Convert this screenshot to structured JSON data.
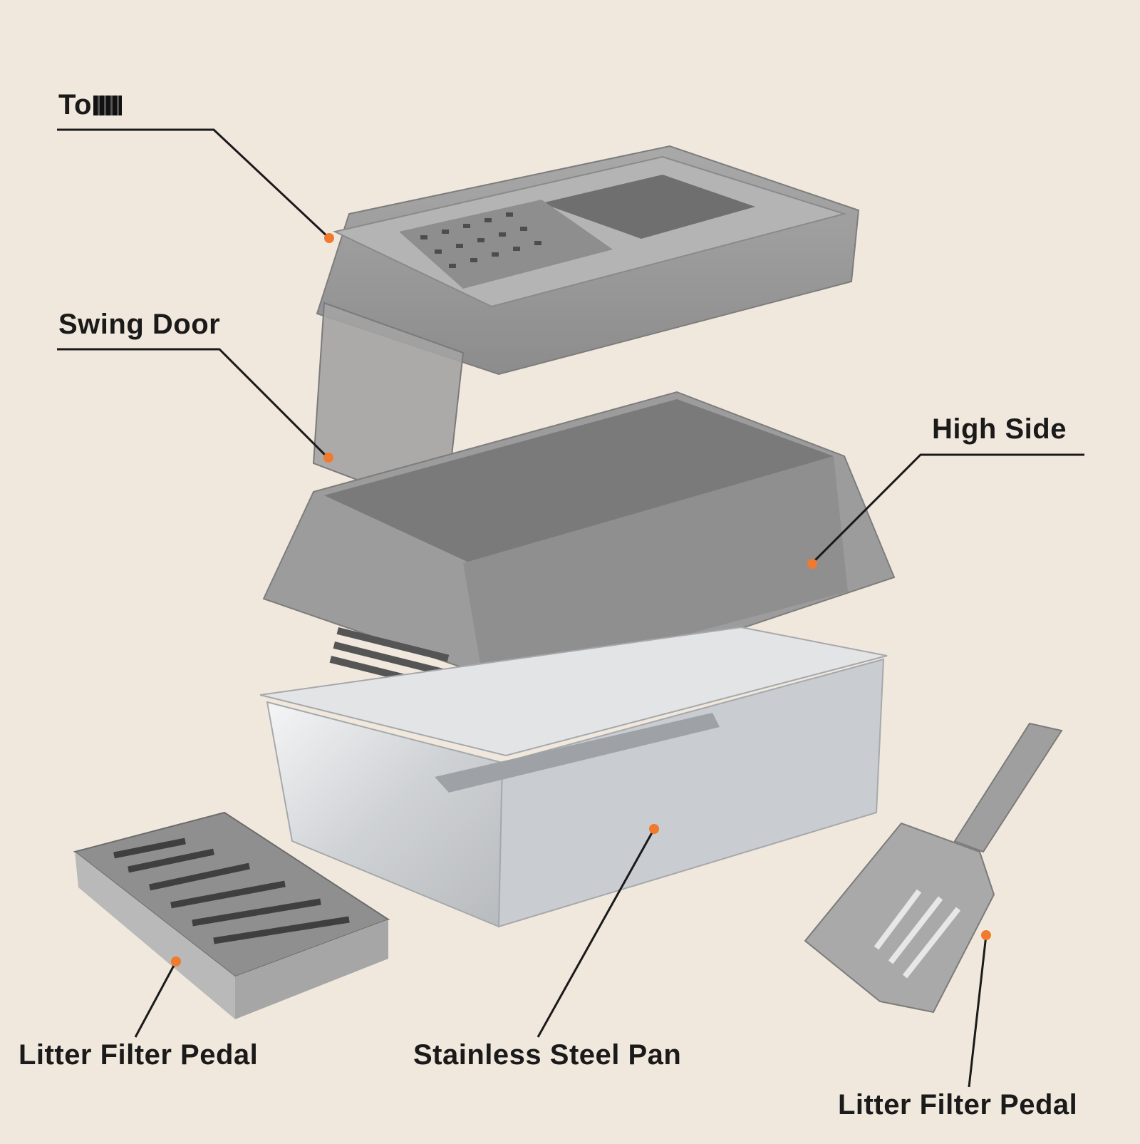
{
  "labels": {
    "top": "To",
    "swing_door": "Swing Door",
    "high_side": "High Side",
    "litter_filter_pedal_left": "Litter Filter Pedal",
    "stainless_steel_pan": "Stainless Steel Pan",
    "litter_filter_pedal_right": "Litter Filter Pedal"
  },
  "colors": {
    "background": "#f1e8dd",
    "marker": "#f07a2e",
    "leader_line": "#1a1a1a",
    "plastic_gray": "#9a9a9a",
    "steel": "#d6d8da"
  }
}
